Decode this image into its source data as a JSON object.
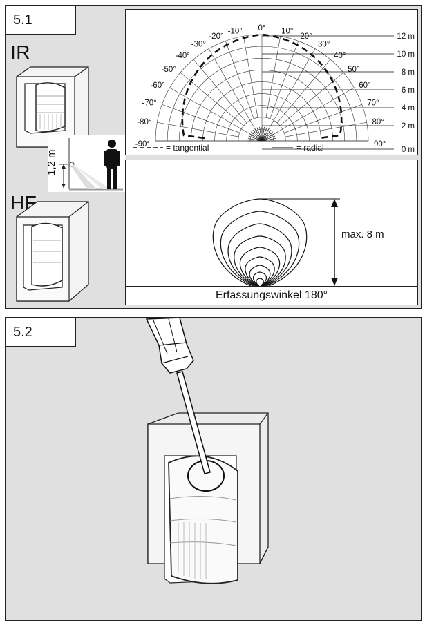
{
  "section1": {
    "label": "5.1",
    "ir_label": "IR",
    "hf_label": "HF",
    "height_label": "1,2 m"
  },
  "polar": {
    "angle_labels": [
      "-90°",
      "-80°",
      "-70°",
      "-60°",
      "-50°",
      "-40°",
      "-30°",
      "-20°",
      "-10°",
      "0°",
      "10°",
      "20°",
      "30°",
      "40°",
      "50°",
      "60°",
      "70°",
      "80°",
      "90°"
    ],
    "angles": [
      -90,
      -80,
      -70,
      -60,
      -50,
      -40,
      -30,
      -20,
      -10,
      0,
      10,
      20,
      30,
      40,
      50,
      60,
      70,
      80,
      90
    ],
    "distance_labels": [
      "12 m",
      "10 m",
      "8 m",
      "6 m",
      "4 m",
      "2 m",
      "0 m"
    ],
    "distances": [
      12,
      10,
      8,
      6,
      4,
      2,
      0
    ],
    "legend_tangential": "= tangential",
    "legend_radial": "= radial",
    "max_range_m": 12
  },
  "hf_range": {
    "max_label": "max. 8 m",
    "angle_caption": "Erfassungswinkel 180°"
  },
  "section2": {
    "label": "5.2"
  },
  "colors": {
    "panel_bg": "#e0e0e0",
    "line": "#222222"
  }
}
